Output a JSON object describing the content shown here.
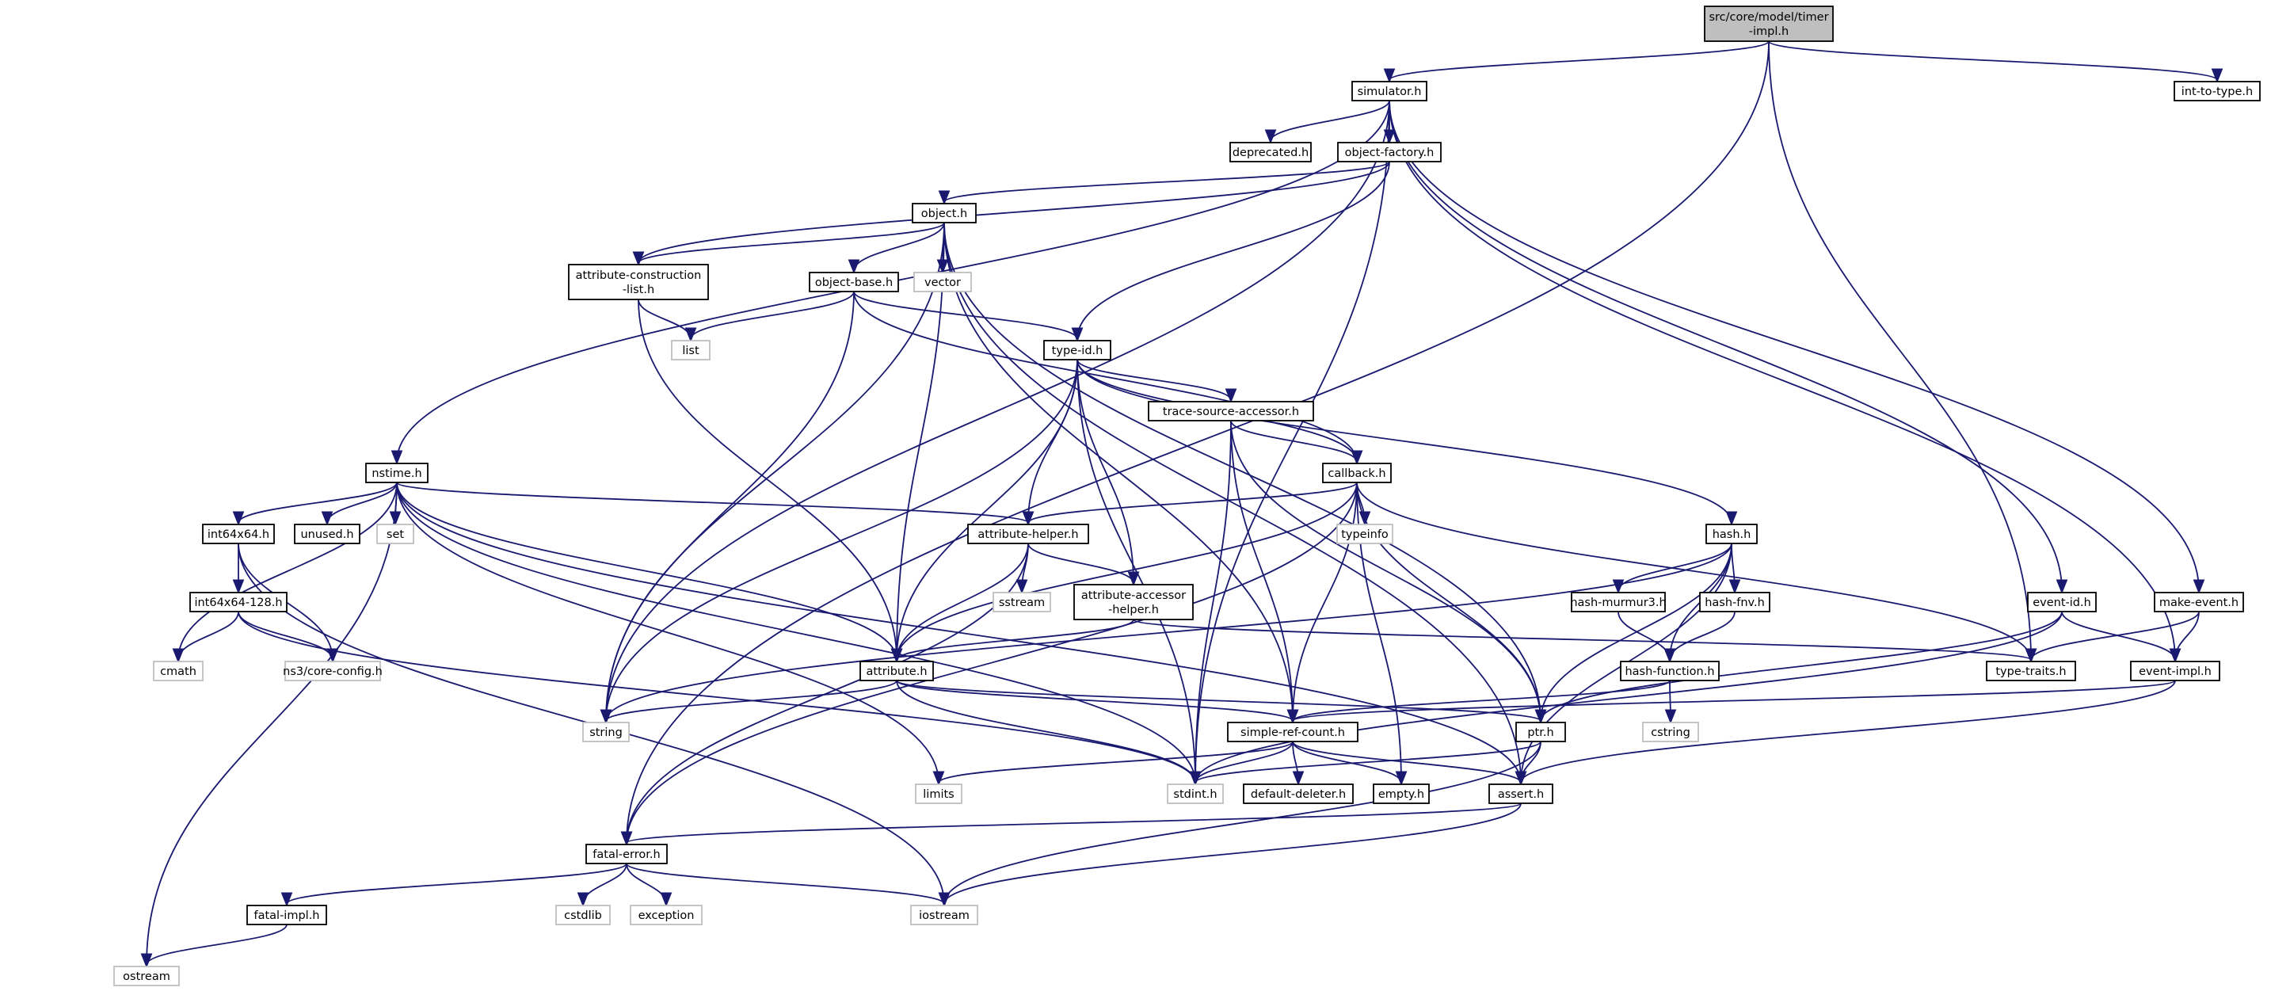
{
  "diagram": {
    "title": "src/core/model/timer-impl.h",
    "nodes": [
      {
        "id": "root",
        "label": [
          "src/core/model/timer",
          "-impl.h"
        ],
        "kind": "root"
      },
      {
        "id": "simulator",
        "label": [
          "simulator.h"
        ],
        "kind": "local"
      },
      {
        "id": "int-to-type",
        "label": [
          "int-to-type.h"
        ],
        "kind": "local"
      },
      {
        "id": "deprecated",
        "label": [
          "deprecated.h"
        ],
        "kind": "local"
      },
      {
        "id": "object-factory",
        "label": [
          "object-factory.h"
        ],
        "kind": "local"
      },
      {
        "id": "object",
        "label": [
          "object.h"
        ],
        "kind": "local"
      },
      {
        "id": "attr-construction",
        "label": [
          "attribute-construction",
          "-list.h"
        ],
        "kind": "local"
      },
      {
        "id": "object-base",
        "label": [
          "object-base.h"
        ],
        "kind": "local"
      },
      {
        "id": "vector",
        "label": [
          "vector"
        ],
        "kind": "system"
      },
      {
        "id": "list",
        "label": [
          "list"
        ],
        "kind": "system"
      },
      {
        "id": "type-id",
        "label": [
          "type-id.h"
        ],
        "kind": "local"
      },
      {
        "id": "trace-source",
        "label": [
          "trace-source-accessor.h"
        ],
        "kind": "local"
      },
      {
        "id": "callback",
        "label": [
          "callback.h"
        ],
        "kind": "local"
      },
      {
        "id": "nstime",
        "label": [
          "nstime.h"
        ],
        "kind": "local"
      },
      {
        "id": "int64x64",
        "label": [
          "int64x64.h"
        ],
        "kind": "local"
      },
      {
        "id": "unused",
        "label": [
          "unused.h"
        ],
        "kind": "local"
      },
      {
        "id": "set",
        "label": [
          "set"
        ],
        "kind": "system"
      },
      {
        "id": "int64x64-128",
        "label": [
          "int64x64-128.h"
        ],
        "kind": "local"
      },
      {
        "id": "cmath",
        "label": [
          "cmath"
        ],
        "kind": "system"
      },
      {
        "id": "core-config",
        "label": [
          "ns3/core-config.h"
        ],
        "kind": "system"
      },
      {
        "id": "attribute-helper",
        "label": [
          "attribute-helper.h"
        ],
        "kind": "local"
      },
      {
        "id": "typeinfo",
        "label": [
          "typeinfo"
        ],
        "kind": "system"
      },
      {
        "id": "sstream",
        "label": [
          "sstream"
        ],
        "kind": "system"
      },
      {
        "id": "attr-accessor",
        "label": [
          "attribute-accessor",
          "-helper.h"
        ],
        "kind": "local"
      },
      {
        "id": "hash",
        "label": [
          "hash.h"
        ],
        "kind": "local"
      },
      {
        "id": "hash-murmur3",
        "label": [
          "hash-murmur3.h"
        ],
        "kind": "local"
      },
      {
        "id": "hash-fnv",
        "label": [
          "hash-fnv.h"
        ],
        "kind": "local"
      },
      {
        "id": "hash-function",
        "label": [
          "hash-function.h"
        ],
        "kind": "local"
      },
      {
        "id": "cstring",
        "label": [
          "cstring"
        ],
        "kind": "system"
      },
      {
        "id": "event-id",
        "label": [
          "event-id.h"
        ],
        "kind": "local"
      },
      {
        "id": "make-event",
        "label": [
          "make-event.h"
        ],
        "kind": "local"
      },
      {
        "id": "type-traits",
        "label": [
          "type-traits.h"
        ],
        "kind": "local"
      },
      {
        "id": "event-impl",
        "label": [
          "event-impl.h"
        ],
        "kind": "local"
      },
      {
        "id": "attribute",
        "label": [
          "attribute.h"
        ],
        "kind": "local"
      },
      {
        "id": "string",
        "label": [
          "string"
        ],
        "kind": "system"
      },
      {
        "id": "simple-ref-count",
        "label": [
          "simple-ref-count.h"
        ],
        "kind": "local"
      },
      {
        "id": "ptr",
        "label": [
          "ptr.h"
        ],
        "kind": "local"
      },
      {
        "id": "limits",
        "label": [
          "limits"
        ],
        "kind": "system"
      },
      {
        "id": "stdint",
        "label": [
          "stdint.h"
        ],
        "kind": "system"
      },
      {
        "id": "default-deleter",
        "label": [
          "default-deleter.h"
        ],
        "kind": "local"
      },
      {
        "id": "empty",
        "label": [
          "empty.h"
        ],
        "kind": "local"
      },
      {
        "id": "assert",
        "label": [
          "assert.h"
        ],
        "kind": "local"
      },
      {
        "id": "fatal-error",
        "label": [
          "fatal-error.h"
        ],
        "kind": "local"
      },
      {
        "id": "fatal-impl",
        "label": [
          "fatal-impl.h"
        ],
        "kind": "local"
      },
      {
        "id": "cstdlib",
        "label": [
          "cstdlib"
        ],
        "kind": "system"
      },
      {
        "id": "exception",
        "label": [
          "exception"
        ],
        "kind": "system"
      },
      {
        "id": "iostream",
        "label": [
          "iostream"
        ],
        "kind": "system"
      },
      {
        "id": "ostream",
        "label": [
          "ostream"
        ],
        "kind": "system"
      }
    ],
    "edges": [
      [
        "root",
        "simulator"
      ],
      [
        "root",
        "int-to-type"
      ],
      [
        "root",
        "fatal-error"
      ],
      [
        "root",
        "type-traits"
      ],
      [
        "simulator",
        "deprecated"
      ],
      [
        "simulator",
        "object-factory"
      ],
      [
        "simulator",
        "nstime"
      ],
      [
        "simulator",
        "event-id"
      ],
      [
        "simulator",
        "make-event"
      ],
      [
        "simulator",
        "event-impl"
      ],
      [
        "simulator",
        "string"
      ],
      [
        "simulator",
        "stdint"
      ],
      [
        "object-factory",
        "object"
      ],
      [
        "object-factory",
        "attr-construction"
      ],
      [
        "object-factory",
        "type-id"
      ],
      [
        "object",
        "attr-construction"
      ],
      [
        "object",
        "object-base"
      ],
      [
        "object",
        "vector"
      ],
      [
        "object",
        "attribute"
      ],
      [
        "object",
        "string"
      ],
      [
        "object",
        "simple-ref-count"
      ],
      [
        "object",
        "ptr"
      ],
      [
        "object",
        "assert"
      ],
      [
        "attr-construction",
        "list"
      ],
      [
        "attr-construction",
        "attribute"
      ],
      [
        "object-base",
        "list"
      ],
      [
        "object-base",
        "type-id"
      ],
      [
        "object-base",
        "callback"
      ],
      [
        "object-base",
        "string"
      ],
      [
        "type-id",
        "trace-source"
      ],
      [
        "type-id",
        "callback"
      ],
      [
        "type-id",
        "attribute-helper"
      ],
      [
        "type-id",
        "attr-accessor"
      ],
      [
        "type-id",
        "hash"
      ],
      [
        "type-id",
        "attribute"
      ],
      [
        "type-id",
        "string"
      ],
      [
        "type-id",
        "stdint"
      ],
      [
        "trace-source",
        "callback"
      ],
      [
        "trace-source",
        "simple-ref-count"
      ],
      [
        "trace-source",
        "ptr"
      ],
      [
        "trace-source",
        "stdint"
      ],
      [
        "callback",
        "attribute-helper"
      ],
      [
        "callback",
        "typeinfo"
      ],
      [
        "callback",
        "type-traits"
      ],
      [
        "callback",
        "attribute"
      ],
      [
        "callback",
        "simple-ref-count"
      ],
      [
        "callback",
        "ptr"
      ],
      [
        "callback",
        "empty"
      ],
      [
        "callback",
        "fatal-error"
      ],
      [
        "nstime",
        "int64x64"
      ],
      [
        "nstime",
        "unused"
      ],
      [
        "nstime",
        "set"
      ],
      [
        "nstime",
        "cmath"
      ],
      [
        "nstime",
        "attribute-helper"
      ],
      [
        "nstime",
        "attribute"
      ],
      [
        "nstime",
        "limits"
      ],
      [
        "nstime",
        "stdint"
      ],
      [
        "nstime",
        "ostream"
      ],
      [
        "nstime",
        "assert"
      ],
      [
        "int64x64",
        "int64x64-128"
      ],
      [
        "int64x64",
        "core-config"
      ],
      [
        "int64x64",
        "iostream"
      ],
      [
        "int64x64-128",
        "cmath"
      ],
      [
        "int64x64-128",
        "core-config"
      ],
      [
        "int64x64-128",
        "stdint"
      ],
      [
        "attribute-helper",
        "sstream"
      ],
      [
        "attribute-helper",
        "attr-accessor"
      ],
      [
        "attribute-helper",
        "attribute"
      ],
      [
        "attribute-helper",
        "fatal-error"
      ],
      [
        "attr-accessor",
        "attribute"
      ],
      [
        "attr-accessor",
        "type-traits"
      ],
      [
        "hash",
        "hash-murmur3"
      ],
      [
        "hash",
        "hash-fnv"
      ],
      [
        "hash",
        "hash-function"
      ],
      [
        "hash",
        "string"
      ],
      [
        "hash",
        "ptr"
      ],
      [
        "hash",
        "assert"
      ],
      [
        "hash-murmur3",
        "hash-function"
      ],
      [
        "hash-fnv",
        "hash-function"
      ],
      [
        "hash-function",
        "simple-ref-count"
      ],
      [
        "hash-function",
        "cstring"
      ],
      [
        "event-id",
        "event-impl"
      ],
      [
        "event-id",
        "ptr"
      ],
      [
        "event-id",
        "stdint"
      ],
      [
        "make-event",
        "type-traits"
      ],
      [
        "make-event",
        "event-impl"
      ],
      [
        "event-impl",
        "simple-ref-count"
      ],
      [
        "event-impl",
        "assert"
      ],
      [
        "attribute",
        "string"
      ],
      [
        "attribute",
        "simple-ref-count"
      ],
      [
        "attribute",
        "ptr"
      ],
      [
        "attribute",
        "stdint"
      ],
      [
        "simple-ref-count",
        "empty"
      ],
      [
        "simple-ref-count",
        "default-deleter"
      ],
      [
        "simple-ref-count",
        "assert"
      ],
      [
        "simple-ref-count",
        "limits"
      ],
      [
        "simple-ref-count",
        "stdint"
      ],
      [
        "ptr",
        "assert"
      ],
      [
        "ptr",
        "iostream"
      ],
      [
        "ptr",
        "stdint"
      ],
      [
        "assert",
        "fatal-error"
      ],
      [
        "assert",
        "iostream"
      ],
      [
        "fatal-error",
        "fatal-impl"
      ],
      [
        "fatal-error",
        "cstdlib"
      ],
      [
        "fatal-error",
        "exception"
      ],
      [
        "fatal-error",
        "iostream"
      ],
      [
        "fatal-impl",
        "ostream"
      ]
    ]
  }
}
